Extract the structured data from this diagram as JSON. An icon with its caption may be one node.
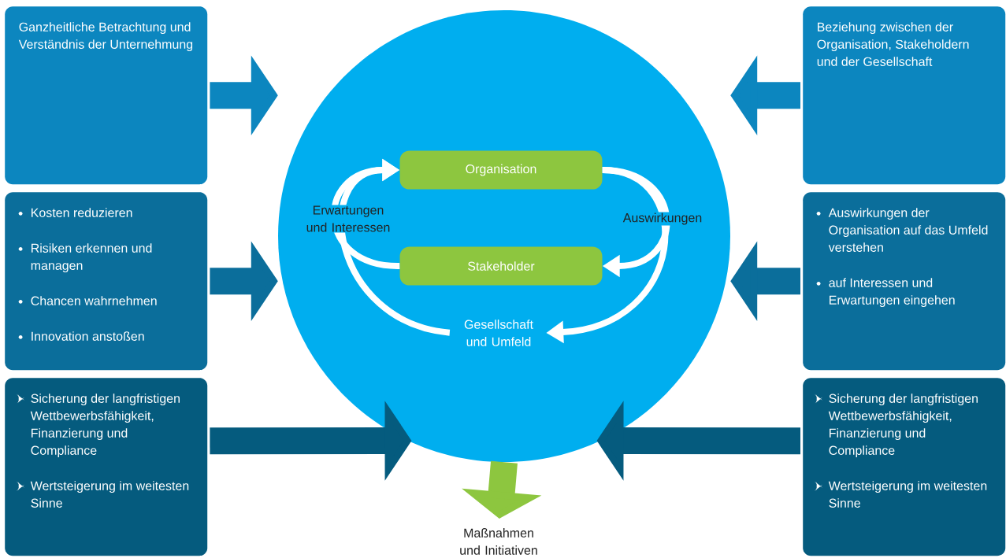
{
  "diagram": {
    "nodes": [
      {
        "text": [
          "Ganzheitliche Betrachtung und Verständnis der Unternehmung"
        ]
      },
      {
        "text": [
          "Kosten reduzieren",
          "Risiken erkennen und managen",
          "Chancen wahrnehmen",
          "Innovation anstoßen"
        ]
      },
      {
        "text": [
          "Sicherung der langfristigen Wettbewerbsfähigkeit, Finanzierung und Compliance",
          "Wertsteigerung im weitesten Sinne"
        ]
      },
      {
        "text": [
          "Beziehung zwischen der Organisation, Stakeholdern und der Gesellschaft"
        ]
      },
      {
        "text": [
          "Auswirkungen der Organisation auf das Umfeld verstehen",
          "auf Interessen und Erwartungen eingehen"
        ]
      },
      {
        "text": [
          "Sicherung der langfristigen Wettbewerbsfähigkeit, Finanzierung und Compliance",
          "Wertsteigerung im weitesten Sinne"
        ]
      },
      {
        "text": [],
        "shape": "circle"
      },
      {
        "text": [
          "Organisation"
        ],
        "in": 6
      },
      {
        "text": [
          "Stakeholder"
        ],
        "in": 6
      },
      {
        "text": [
          "Gesellschaft und Umfeld"
        ],
        "in": 6
      },
      {
        "text": [
          "Maßnahmen und Initiativen"
        ]
      }
    ],
    "edges": [
      {
        "from": 0,
        "to": 6,
        "arrow": "to",
        "color": "#0c86bf"
      },
      {
        "from": 1,
        "to": 6,
        "arrow": "to",
        "color": "#0b6e9b"
      },
      {
        "from": 2,
        "to": 6,
        "arrow": "to",
        "color": "#055b7e"
      },
      {
        "from": 3,
        "to": 6,
        "arrow": "to",
        "color": "#0c86bf"
      },
      {
        "from": 4,
        "to": 6,
        "arrow": "to",
        "color": "#0b6e9b"
      },
      {
        "from": 5,
        "to": 6,
        "arrow": "to",
        "color": "#055b7e"
      },
      {
        "from": 8,
        "to": 7,
        "arrow": "to",
        "label": "Erwartungen und Interessen",
        "color": "#ffffff"
      },
      {
        "from": 9,
        "to": 7,
        "arrow": "to",
        "color": "#ffffff"
      },
      {
        "from": 7,
        "to": 8,
        "arrow": "to",
        "label": "Auswirkungen",
        "color": "#ffffff"
      },
      {
        "from": 7,
        "to": 9,
        "arrow": "to",
        "color": "#ffffff"
      },
      {
        "from": 6,
        "to": 10,
        "arrow": "to",
        "color": "#8dc63f"
      }
    ]
  }
}
